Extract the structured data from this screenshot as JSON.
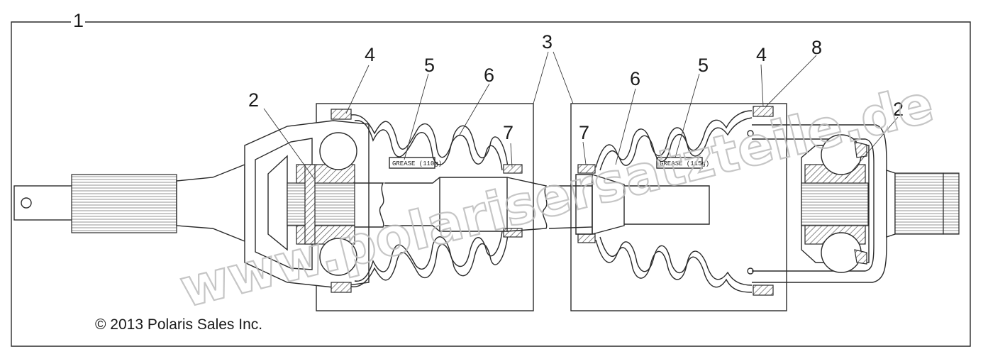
{
  "callouts": {
    "c1": "1",
    "c2_left": "2",
    "c2_right": "2",
    "c3": "3",
    "c4_left": "4",
    "c4_right": "4",
    "c5_left": "5",
    "c5_right": "5",
    "c6_left": "6",
    "c6_right": "6",
    "c7_left": "7",
    "c7_right": "7",
    "c8": "8"
  },
  "grease_labels": {
    "left": "GREASE (110g)",
    "right": "GREASE (115g)"
  },
  "copyright": "© 2013 Polaris Sales Inc.",
  "watermark": "www.polarisersatzteile.de",
  "colors": {
    "line": "#2a2a2a",
    "watermark": "#bdbdbd",
    "background": "#ffffff"
  }
}
